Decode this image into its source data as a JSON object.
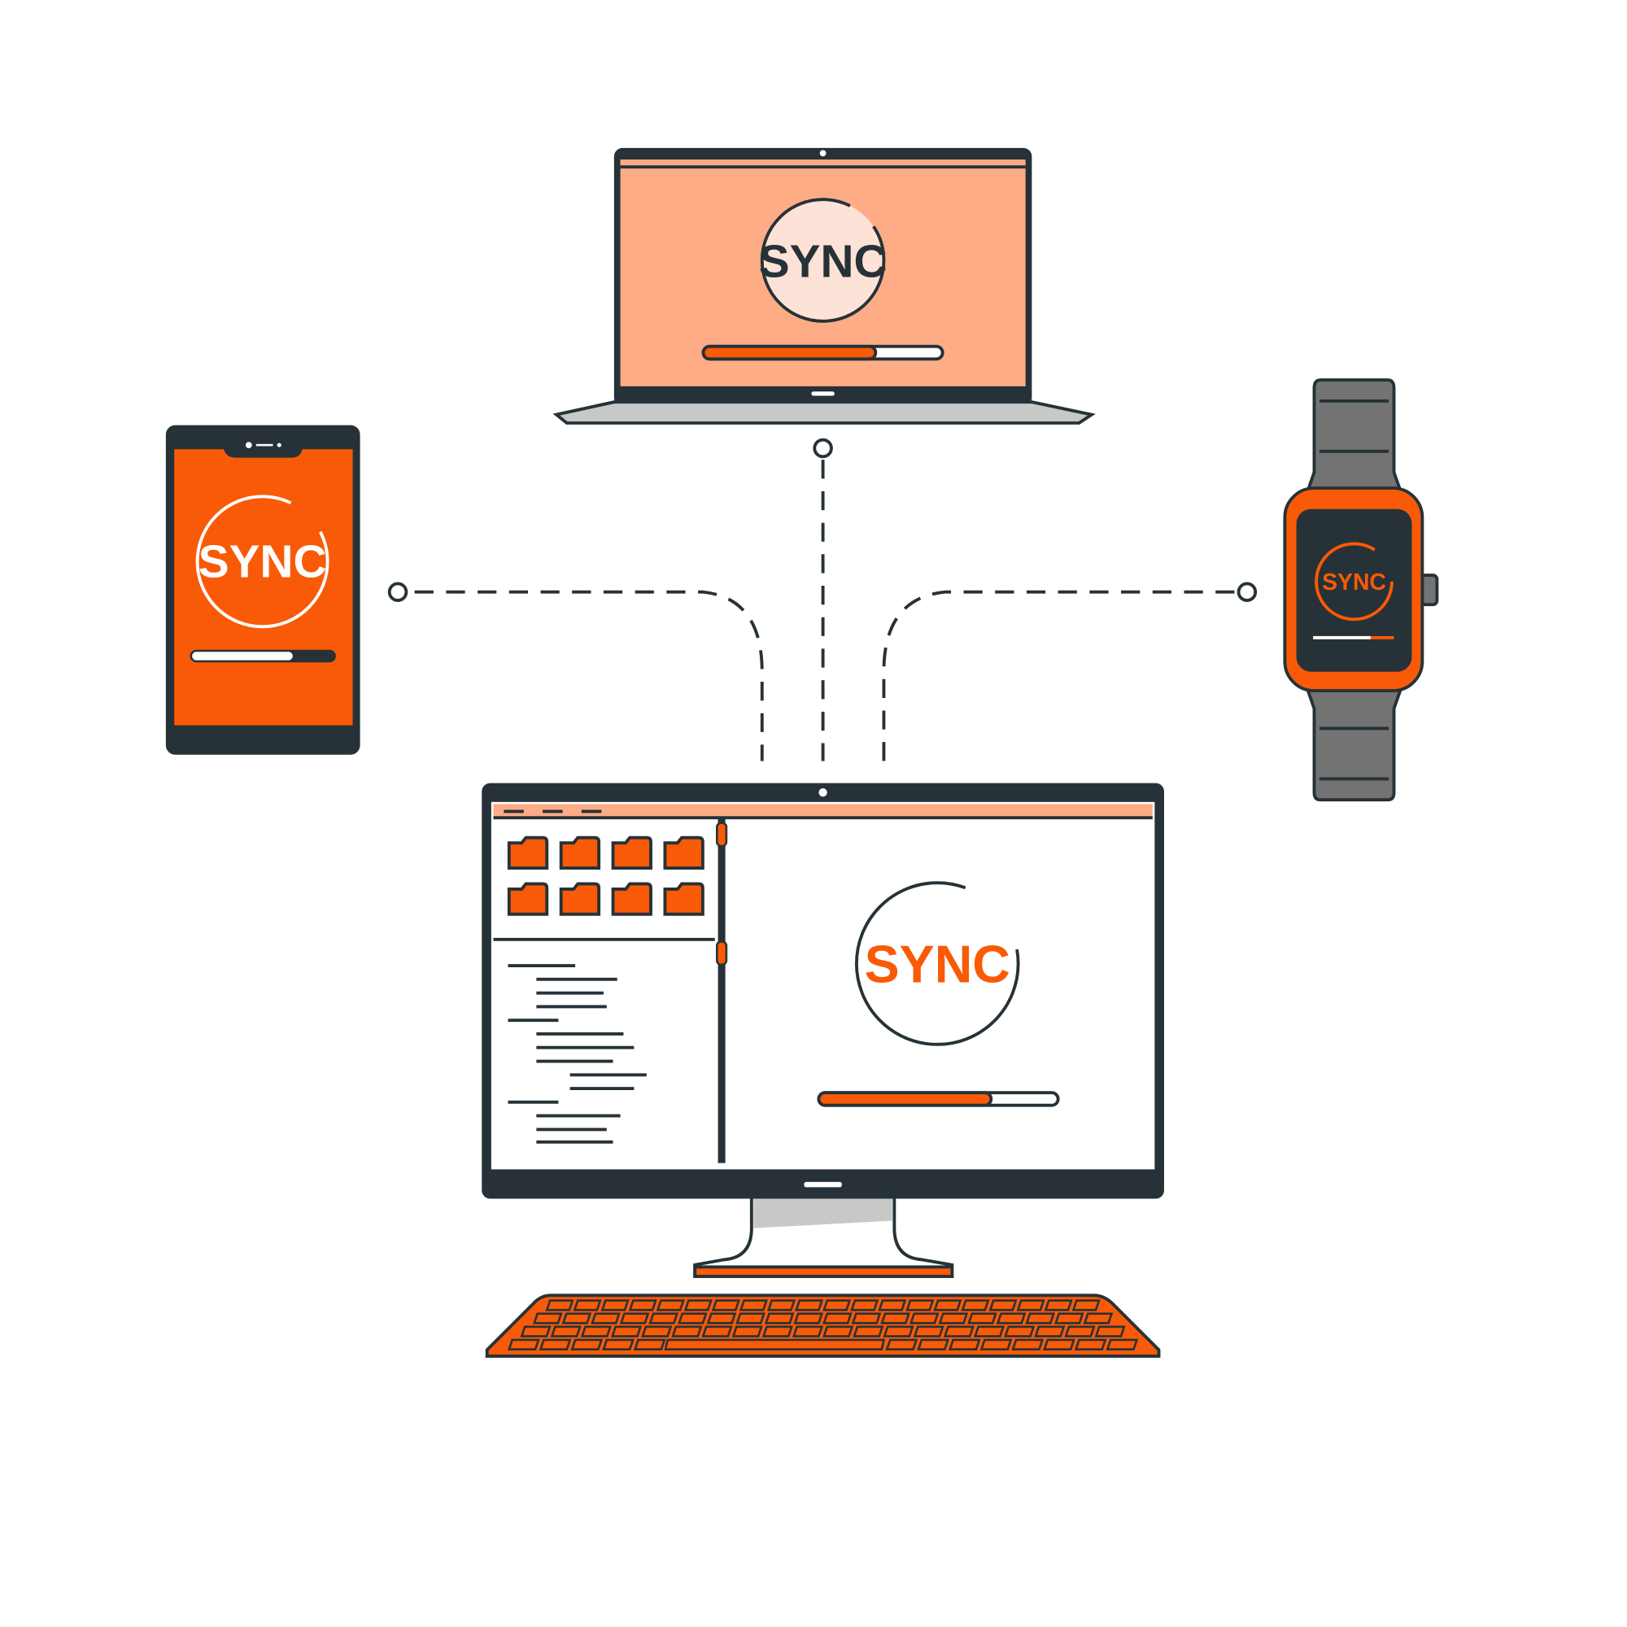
{
  "sync_label": "SYNC",
  "colors": {
    "orange": "#f95a07",
    "peach": "#fdac86",
    "light_peach": "#fde3d7",
    "dark": "#263238",
    "gray": "#737373",
    "white": "#ffffff"
  },
  "devices": {
    "laptop": {
      "label": "SYNC",
      "progress": 0.72
    },
    "phone": {
      "label": "SYNC",
      "progress": 0.71
    },
    "watch": {
      "label": "SYNC",
      "progress": 0.71
    },
    "desktop": {
      "label": "SYNC",
      "progress": 0.72,
      "folder_count": 8
    }
  }
}
